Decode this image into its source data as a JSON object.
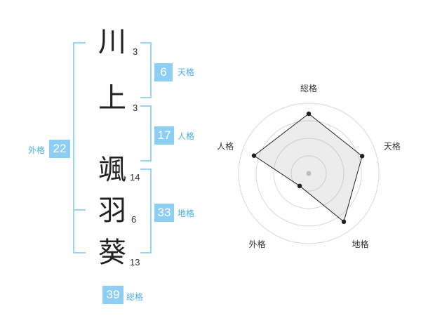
{
  "name": {
    "chars": [
      {
        "char": "川",
        "strokes": "3"
      },
      {
        "char": "上",
        "strokes": "3"
      },
      {
        "char": "颯",
        "strokes": "14"
      },
      {
        "char": "羽",
        "strokes": "6"
      },
      {
        "char": "葵",
        "strokes": "13"
      }
    ]
  },
  "scores": {
    "tenkaku": {
      "value": "6",
      "label": "天格"
    },
    "jinkaku": {
      "value": "17",
      "label": "人格"
    },
    "chikaku": {
      "value": "33",
      "label": "地格"
    },
    "gaikaku": {
      "value": "22",
      "label": "外格"
    },
    "soukaku": {
      "value": "39",
      "label": "総格"
    }
  },
  "chart_data": {
    "type": "radar",
    "axes": [
      "総格",
      "天格",
      "地格",
      "外格",
      "人格"
    ],
    "values": [
      0.85,
      0.8,
      0.85,
      0.22,
      0.82
    ],
    "max": 1,
    "rings": 4
  }
}
